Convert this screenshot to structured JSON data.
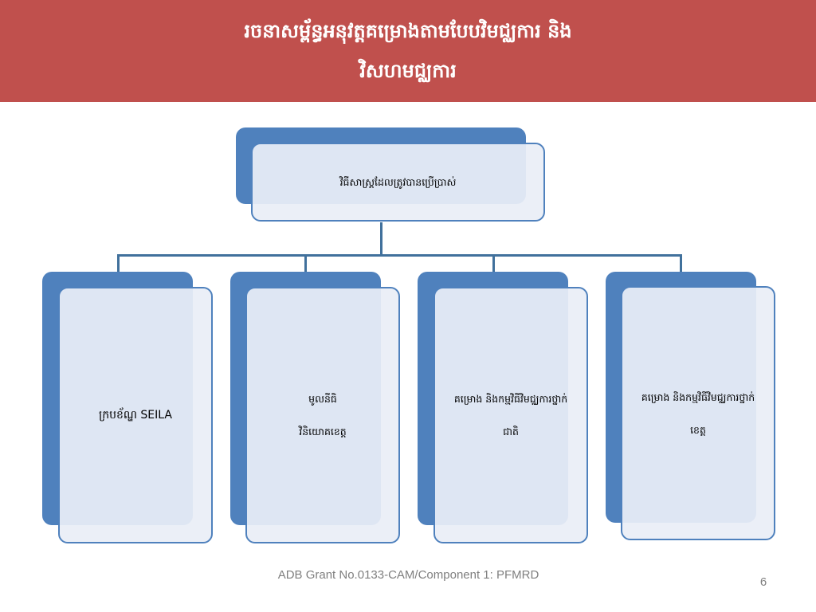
{
  "slide": {
    "title_line1": "រចនាសម្ព័ន្ធអនុវត្តគម្រោងតាមបែបវិមជ្ឈការ និង",
    "title_line2": "វិសហមជ្ឈការ"
  },
  "org_chart": {
    "root": {
      "label": "វិធីសាស្រ្តដែលត្រូវបានប្រើប្រាស់"
    },
    "children": [
      {
        "line1": "ក្របខ័ណ្ឌ SEILA",
        "line2": ""
      },
      {
        "line1": "មូលនីធិ",
        "line2": "វិនិយោគខេត្ត"
      },
      {
        "line1": "គម្រោង និងកម្មវិធីវិមជ្ឈការថ្នាក់",
        "line2": "ជាតិ"
      },
      {
        "line1": "គម្រោង និងកម្មវិធីវិមជ្ឈការថ្នាក់",
        "line2": "ខេត្ត"
      }
    ]
  },
  "footer": {
    "text": "ADB Grant No.0133-CAM/Component 1: PFMRD",
    "page_number": "6"
  },
  "colors": {
    "title_bar": "#c0504d",
    "card_back": "#4f81bd",
    "card_front": "#e9eef6",
    "connector": "#41719c"
  }
}
